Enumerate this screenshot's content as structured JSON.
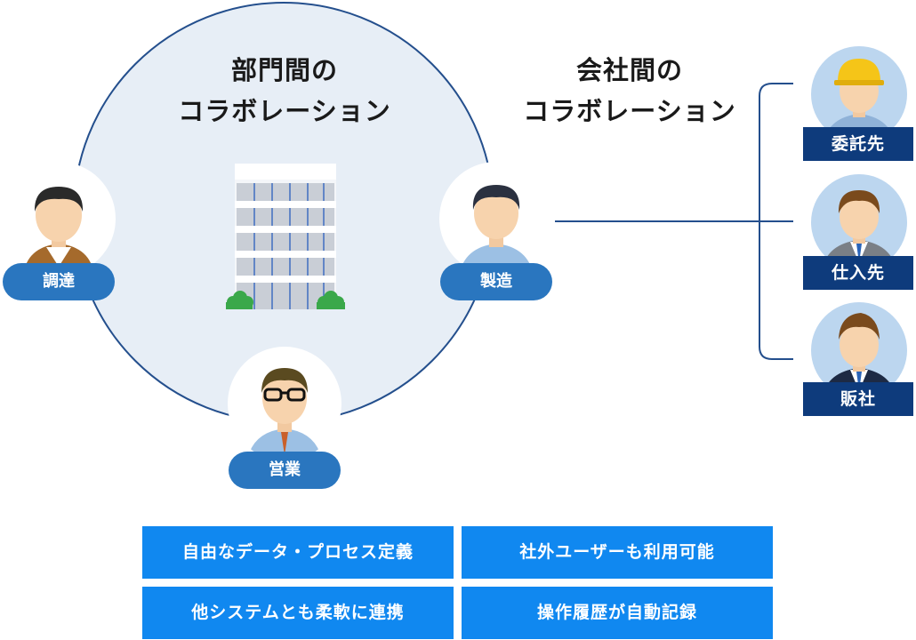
{
  "internal": {
    "title_line1": "部門間の",
    "title_line2": "コラボレーション",
    "departments": [
      {
        "label": "調達"
      },
      {
        "label": "製造"
      },
      {
        "label": "営業"
      }
    ]
  },
  "external": {
    "title_line1": "会社間の",
    "title_line2": "コラボレーション",
    "partners": [
      {
        "label": "委託先"
      },
      {
        "label": "仕入先"
      },
      {
        "label": "販社"
      }
    ]
  },
  "features": [
    {
      "label": "自由なデータ・プロセス定義"
    },
    {
      "label": "社外ユーザーも利用可能"
    },
    {
      "label": "他システムとも柔軟に連携"
    },
    {
      "label": "操作履歴が自動記録"
    }
  ],
  "colors": {
    "circle_fill": "#e7eef6",
    "circle_stroke": "#244f8d",
    "pill_blue": "#2a76bf",
    "navy_tag": "#0e3b7c",
    "feature_blue": "#1088f0"
  },
  "icons": {
    "building": "office-building-icon",
    "people": [
      "buyer-person-icon",
      "manufacturing-person-icon",
      "sales-person-icon",
      "contractor-person-icon",
      "supplier-person-icon",
      "distributor-person-icon"
    ]
  }
}
